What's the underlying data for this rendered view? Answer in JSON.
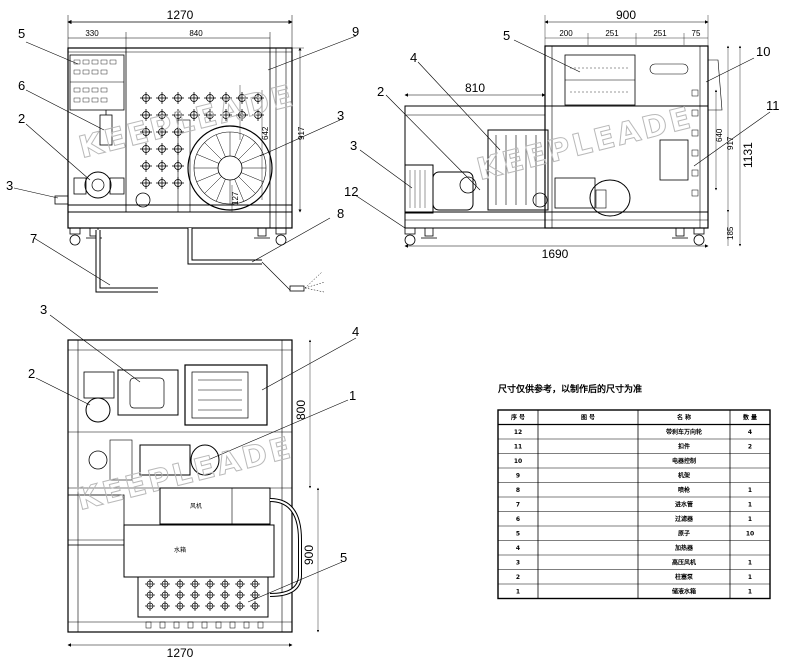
{
  "drawing": {
    "watermark": "KEEPLEADE",
    "front_view": {
      "dims": {
        "total_width": "1270",
        "left_section": "330",
        "right_section": "840",
        "height": "917",
        "fan_height": "642",
        "base_height": "127"
      },
      "callouts": [
        "5",
        "6",
        "2",
        "3",
        "7",
        "9",
        "3",
        "8"
      ]
    },
    "side_view": {
      "dims": {
        "total_width": "900",
        "sub_200": "200",
        "sub_251a": "251",
        "sub_251b": "251",
        "sub_75": "75",
        "top_length": "810",
        "panel_height": "640",
        "height": "917",
        "overall_height": "1131",
        "base_height": "185",
        "total_length": "1690"
      },
      "callouts": [
        "5",
        "4",
        "2",
        "3",
        "12",
        "10",
        "11"
      ]
    },
    "top_view": {
      "dims": {
        "total_width": "1270",
        "depth_upper": "800",
        "depth_lower": "900"
      },
      "callouts": [
        "3",
        "2",
        "4",
        "1",
        "5"
      ],
      "box_labels": [
        "风机",
        "水箱"
      ]
    },
    "note": "尺寸仅供参考，以制作后的尺寸为准",
    "bom": {
      "headers": [
        "序 号",
        "图 号",
        "名 称",
        "数 量"
      ],
      "rows": [
        [
          "12",
          "",
          "带刹车万向轮",
          "4"
        ],
        [
          "11",
          "",
          "扣件",
          "2"
        ],
        [
          "10",
          "",
          "电器控制",
          ""
        ],
        [
          "9",
          "",
          "机架",
          ""
        ],
        [
          "8",
          "",
          "喷枪",
          "1"
        ],
        [
          "7",
          "",
          "进水管",
          "1"
        ],
        [
          "6",
          "",
          "过滤器",
          "1"
        ],
        [
          "5",
          "",
          "原子",
          "10"
        ],
        [
          "4",
          "",
          "加热器",
          ""
        ],
        [
          "3",
          "",
          "高压风机",
          "1"
        ],
        [
          "2",
          "",
          "柱塞泵",
          "1"
        ],
        [
          "1",
          "",
          "储液水箱",
          "1"
        ]
      ]
    }
  }
}
